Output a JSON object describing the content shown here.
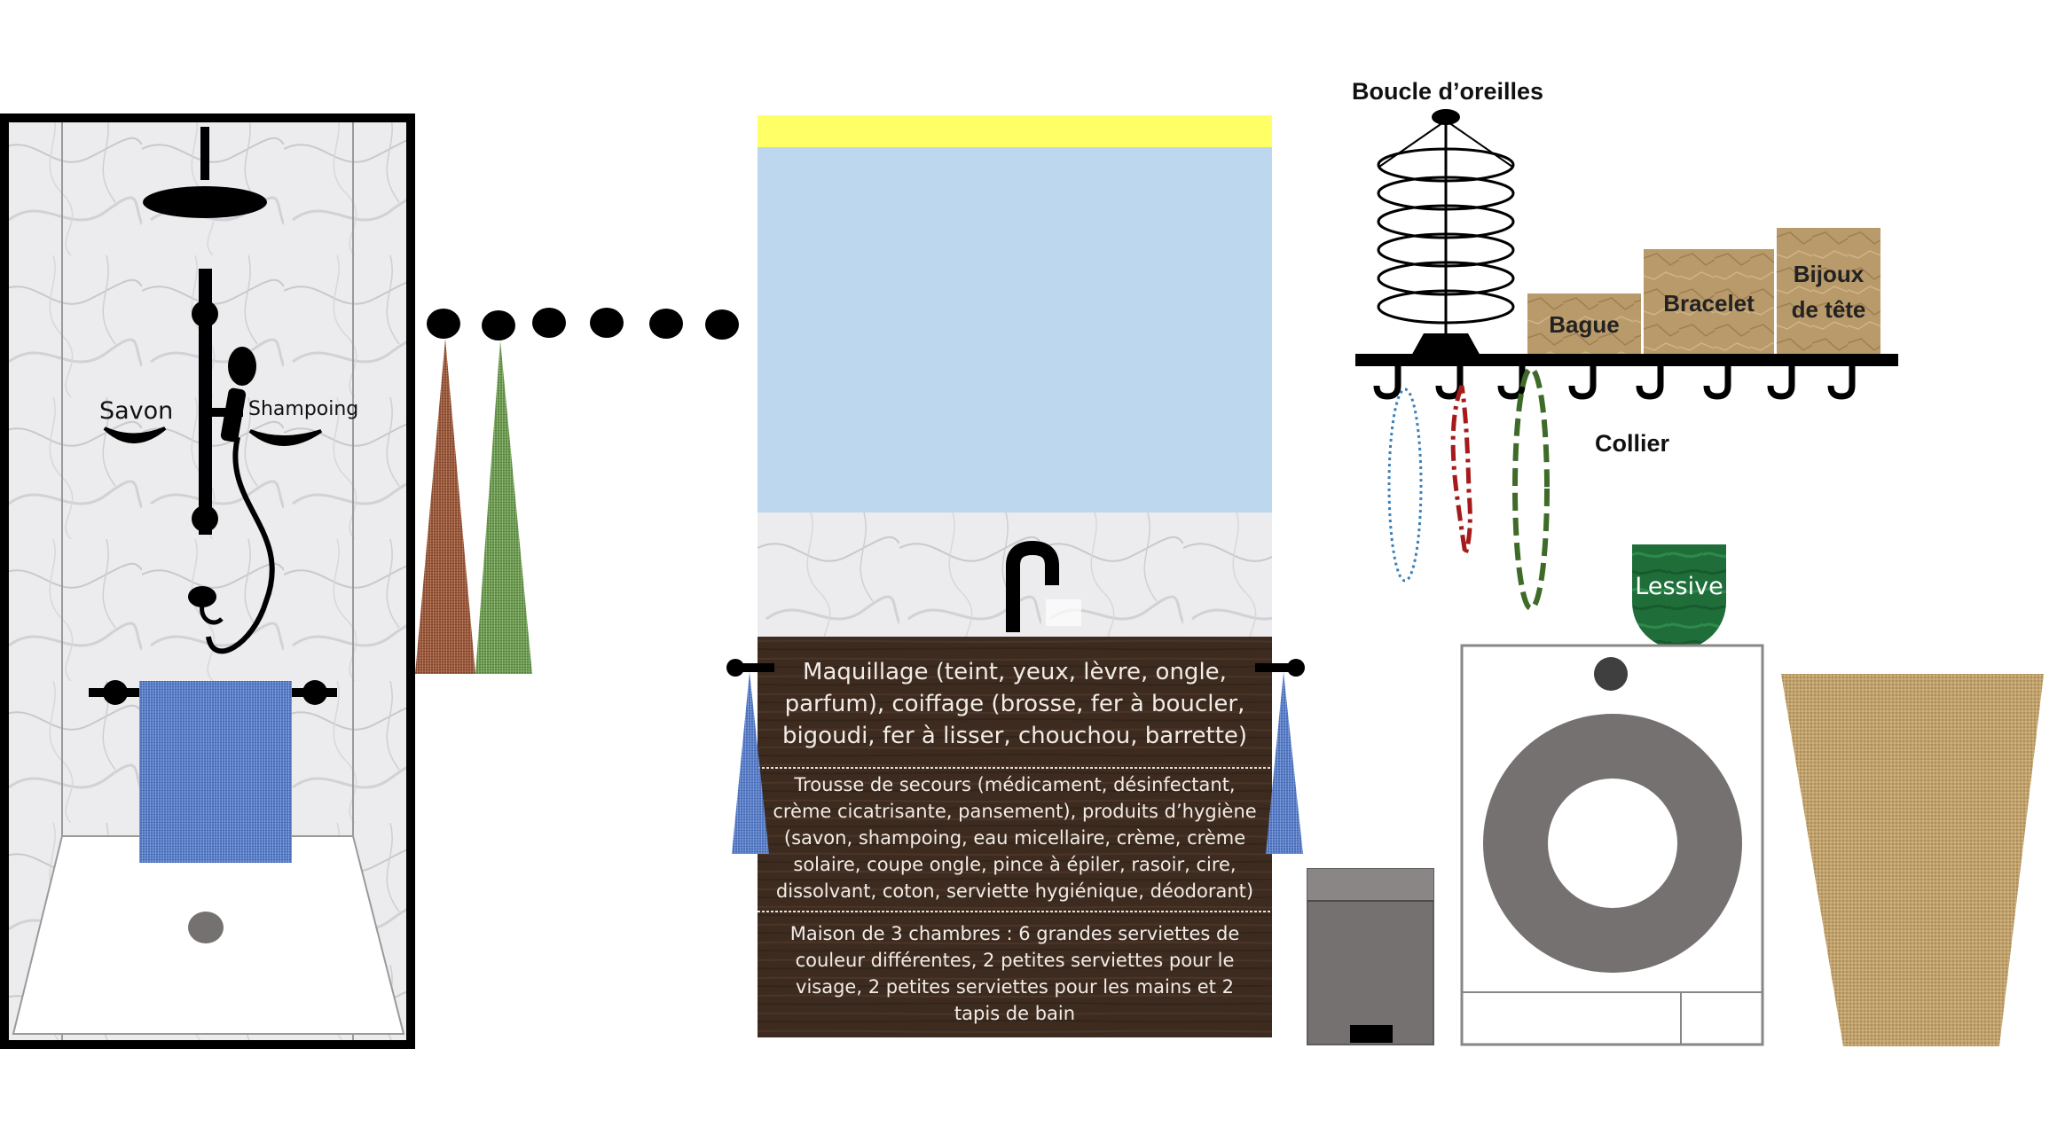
{
  "shower": {
    "soap_label": "Savon",
    "shampoo_label": "Shampoing"
  },
  "vanity": {
    "shelf_1": "Maquillage (teint, yeux, lèvre, ongle, parfum), coiffage (brosse, fer à boucler, bigoudi, fer à lisser, chouchou, barrette)",
    "shelf_2": "Trousse de secours (médicament, désinfectant, crème cicatrisante, pansement), produits d’hygiène (savon, shampoing, eau micellaire, crème, crème solaire, coupe ongle, pince à épiler, rasoir, cire, dissolvant, coton, serviette hygiénique, déodorant)",
    "shelf_3": "Maison de 3 chambres : 6 grandes serviettes de couleur différentes, 2 petites serviettes pour le visage, 2 petites serviettes pour les mains et 2 tapis de bain"
  },
  "jewelry": {
    "earrings_label": "Boucle d’oreilles",
    "ring_label": "Bague",
    "bracelet_label": "Bracelet",
    "head_jewelry_label": "Bijoux de tête",
    "necklace_label": "Collier"
  },
  "laundry": {
    "detergent_label": "Lessive"
  },
  "colors": {
    "marble": "#e9e9ea",
    "mirror": "#bdd7ee",
    "mirror_light": "#ffff66",
    "wood": "#3d2b20",
    "towel_blue": "#5b7fc7",
    "towel_brown": "#9a5a3e",
    "towel_green": "#6d9a52",
    "detergent_green": "#1f6e3a",
    "machine_gray": "#757171",
    "kraft": "#b99a6a"
  }
}
